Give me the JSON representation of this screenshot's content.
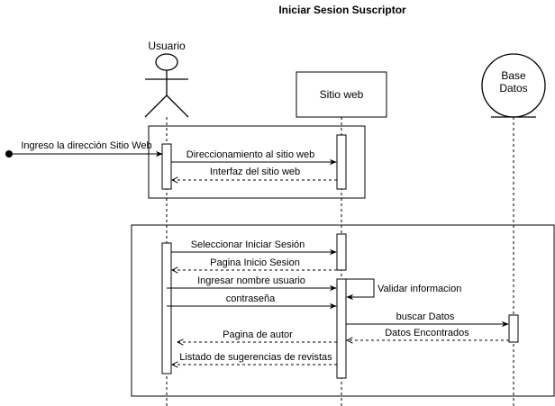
{
  "diagram": {
    "title": "Iniciar Sesion Suscriptor",
    "participants": {
      "usuario": "Usuario",
      "sitio_web": "Sitio web",
      "base_datos_line1": "Base",
      "base_datos_line2": "Datos"
    },
    "messages": {
      "m0": "Ingreso la dirección Sitio Web",
      "m1": "Direccionamiento al sitio web",
      "m2": "Interfaz del sitio web",
      "m3": "Seleccionar Iniciar Sesión",
      "m4": "Pagina Inicio Sesion",
      "m5": "Ingresar nombre usuario",
      "m6": "Validar informacion",
      "m7": "contraseña",
      "m8": "buscar Datos",
      "m9": "Datos Encontrados",
      "m10": "Pagina de autor",
      "m11": "Listado de sugerencias de revistas"
    }
  }
}
